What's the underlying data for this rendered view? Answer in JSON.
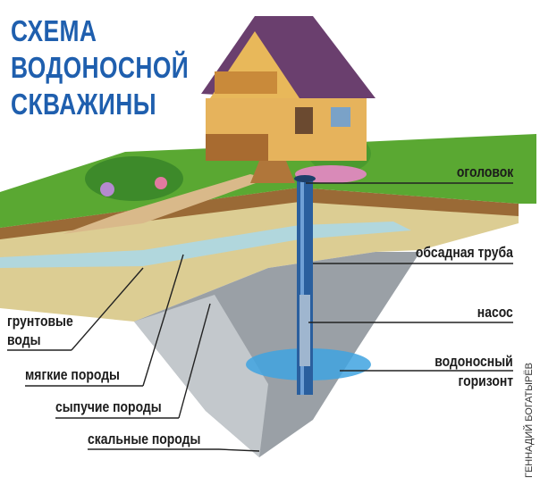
{
  "title": {
    "line1": "СХЕМА",
    "line2": "ВОДОНОСНОЙ",
    "line3": "СКВАЖИНЫ"
  },
  "labels_right": {
    "wellhead": "оголовок",
    "casing": "обсадная труба",
    "pump": "насос",
    "aquifer_1": "водоносный",
    "aquifer_2": "горизонт"
  },
  "labels_left": {
    "groundwater_1": "грунтовые",
    "groundwater_2": "воды",
    "soft_rocks": "мягкие породы",
    "loose_rocks": "сыпучие породы",
    "hard_rocks": "скальные породы"
  },
  "credit": "ГЕННАДИЙ БОГАТЫРЁВ",
  "colors": {
    "title": "#1f5fae",
    "grass": "#5aa832",
    "soil": "#d9c98f",
    "rock": "#8e959c",
    "water": "#5fb7e6",
    "pipe": "#2a5f9e"
  }
}
